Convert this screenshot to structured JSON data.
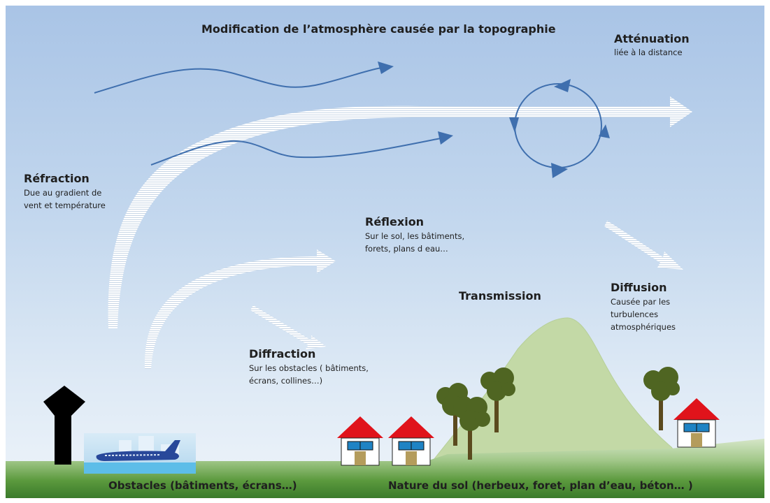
{
  "header": {
    "title": "Modification de l’atmosphère causée par la topographie"
  },
  "labels": {
    "attenuation": {
      "title": "Atténuation",
      "sub": "liée à la distance"
    },
    "refraction": {
      "title": "Réfraction",
      "sub1": "Due au gradient de",
      "sub2": "vent et température"
    },
    "reflexion": {
      "title": "Réflexion",
      "sub1": "Sur le sol, les bâtiments,",
      "sub2": "forets, plans d eau…"
    },
    "transmission": {
      "title": "Transmission"
    },
    "diffusion": {
      "title": "Diffusion",
      "sub1": "Causée par les",
      "sub2": "turbulences",
      "sub3": "atmosphériques"
    },
    "diffraction": {
      "title": "Diffraction",
      "sub1": "Sur les obstacles ( bâtiments,",
      "sub2": "écrans, collines…)"
    }
  },
  "footer": {
    "obstacles": "Obstacles (bâtiments, écrans…)",
    "nature": "Nature du sol (herbeux, foret, plan d’eau, béton… )"
  },
  "colors": {
    "wind_arrow": "#3f6fae",
    "hatched_arrow": "#ffffff",
    "ground_dark": "#3f7d2c",
    "ground_light": "#cfe1bf",
    "hill": "#c3d9a6",
    "roof": "#e0131b",
    "tree": "#4f6522",
    "tower": "#000000"
  },
  "icons": [
    "tower-icon",
    "airplane-icon",
    "house-icon",
    "tree-icon",
    "hill-icon",
    "circulation-icon"
  ]
}
